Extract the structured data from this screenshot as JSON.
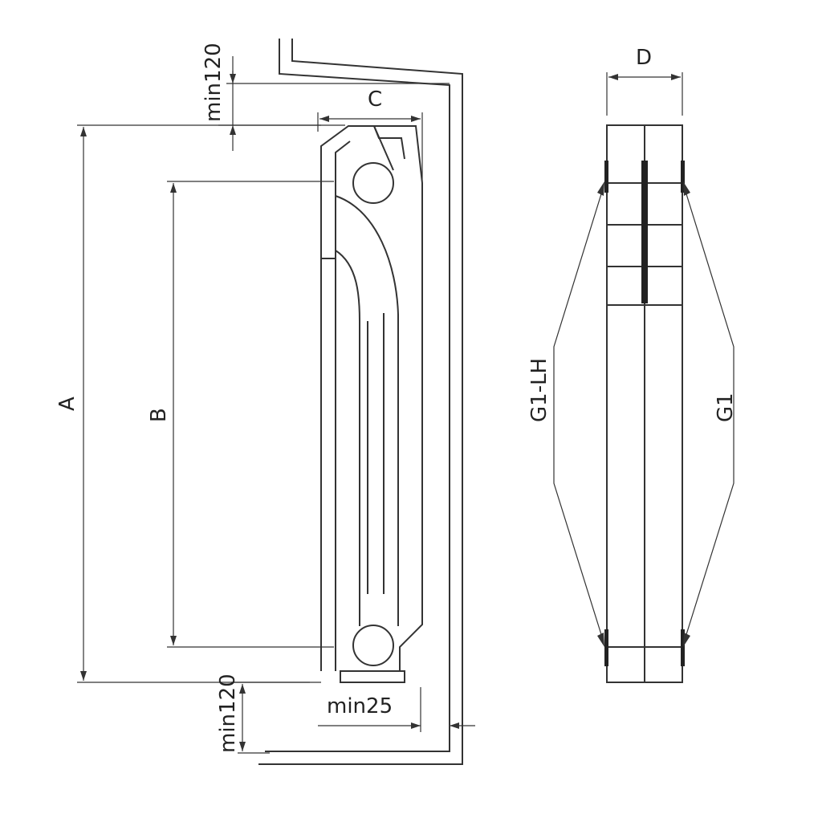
{
  "labels": {
    "min120_top": "min120",
    "c": "C",
    "a": "A",
    "b": "B",
    "min25": "min25",
    "min120_bottom": "min120",
    "d": "D",
    "g1_lh": "G1-LH",
    "g1": "G1"
  },
  "colors": {
    "line": "#333333",
    "background": "#ffffff"
  }
}
